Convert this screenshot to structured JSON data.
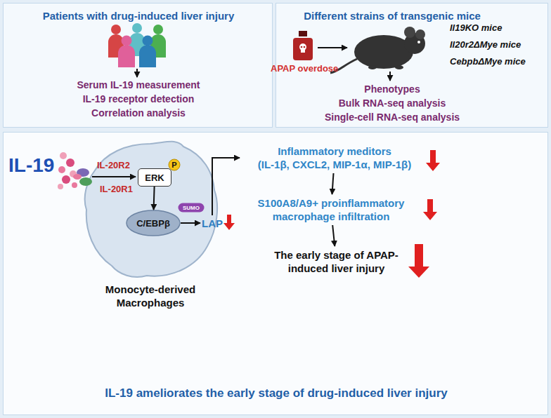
{
  "diagram": {
    "nodes": [
      {
        "text": [
          "Patients with drug-induced liver injury",
          "Serum IL-19 measurement",
          "IL-19 receptor detection",
          "Correlation analysis"
        ]
      },
      {
        "text": [
          "Different strains of transgenic mice",
          "Phenotypes",
          "Bulk RNA-seq analysis",
          "Single-cell RNA-seq analysis"
        ]
      },
      {
        "text": [
          "IL-19 ameliorates the early stage of drug-induced liver injury"
        ]
      },
      {
        "text": [
          "Monocyte-derived Macrophages"
        ],
        "in": 2
      },
      {
        "text": [
          "ERK"
        ],
        "in": 3
      },
      {
        "text": [
          "P"
        ],
        "in": 3
      },
      {
        "text": [
          "C/EBPβ"
        ],
        "in": 3
      },
      {
        "text": [
          "SUMO"
        ],
        "in": 3
      },
      {
        "text": [
          "LAP"
        ],
        "in": 2
      },
      {
        "text": [
          "Inflammatory meditors",
          "(IL-1β, CXCL2, MIP-1α, MIP-1β)"
        ],
        "in": 2
      },
      {
        "text": [
          "S100A8/A9+ proinflammatory macrophage infiltration"
        ],
        "in": 2
      },
      {
        "text": [
          "The early stage of APAP-induced liver injury"
        ],
        "in": 2
      }
    ],
    "edges": [
      {
        "from": 4,
        "to": 6,
        "arrow": "to"
      },
      {
        "from": 6,
        "to": 8,
        "arrow": "to"
      },
      {
        "from": 8,
        "to": 9,
        "arrow": "to"
      },
      {
        "from": 9,
        "to": 10,
        "arrow": "to"
      },
      {
        "from": 10,
        "to": 11,
        "arrow": "to"
      }
    ],
    "labels": [
      "APAP overdose",
      "Il19KO mice",
      "Il20r2ΔMye mice",
      "CebpbΔMye mice",
      "IL-19",
      "IL-20R2",
      "IL-20R1"
    ]
  }
}
